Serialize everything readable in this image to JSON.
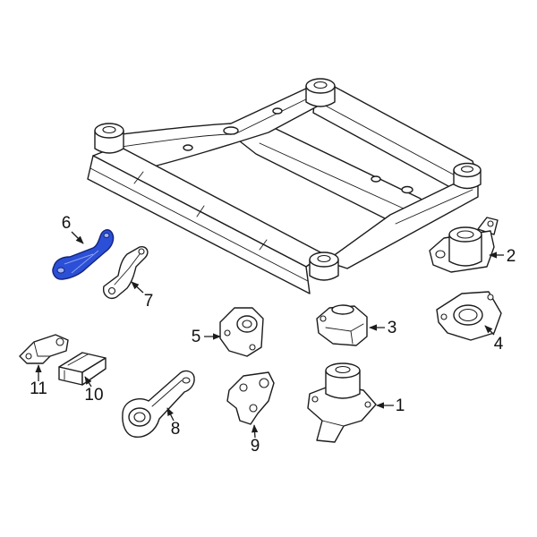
{
  "diagram": {
    "background": "#ffffff",
    "line_color": "#1c1c1c",
    "highlight_color": "#2b4fd6"
  },
  "callouts": [
    {
      "number": "1",
      "highlighted": false
    },
    {
      "number": "2",
      "highlighted": false
    },
    {
      "number": "3",
      "highlighted": false
    },
    {
      "number": "4",
      "highlighted": false
    },
    {
      "number": "5",
      "highlighted": false
    },
    {
      "number": "6",
      "highlighted": true
    },
    {
      "number": "7",
      "highlighted": false
    },
    {
      "number": "8",
      "highlighted": false
    },
    {
      "number": "9",
      "highlighted": false
    },
    {
      "number": "10",
      "highlighted": false
    },
    {
      "number": "11",
      "highlighted": false
    }
  ]
}
